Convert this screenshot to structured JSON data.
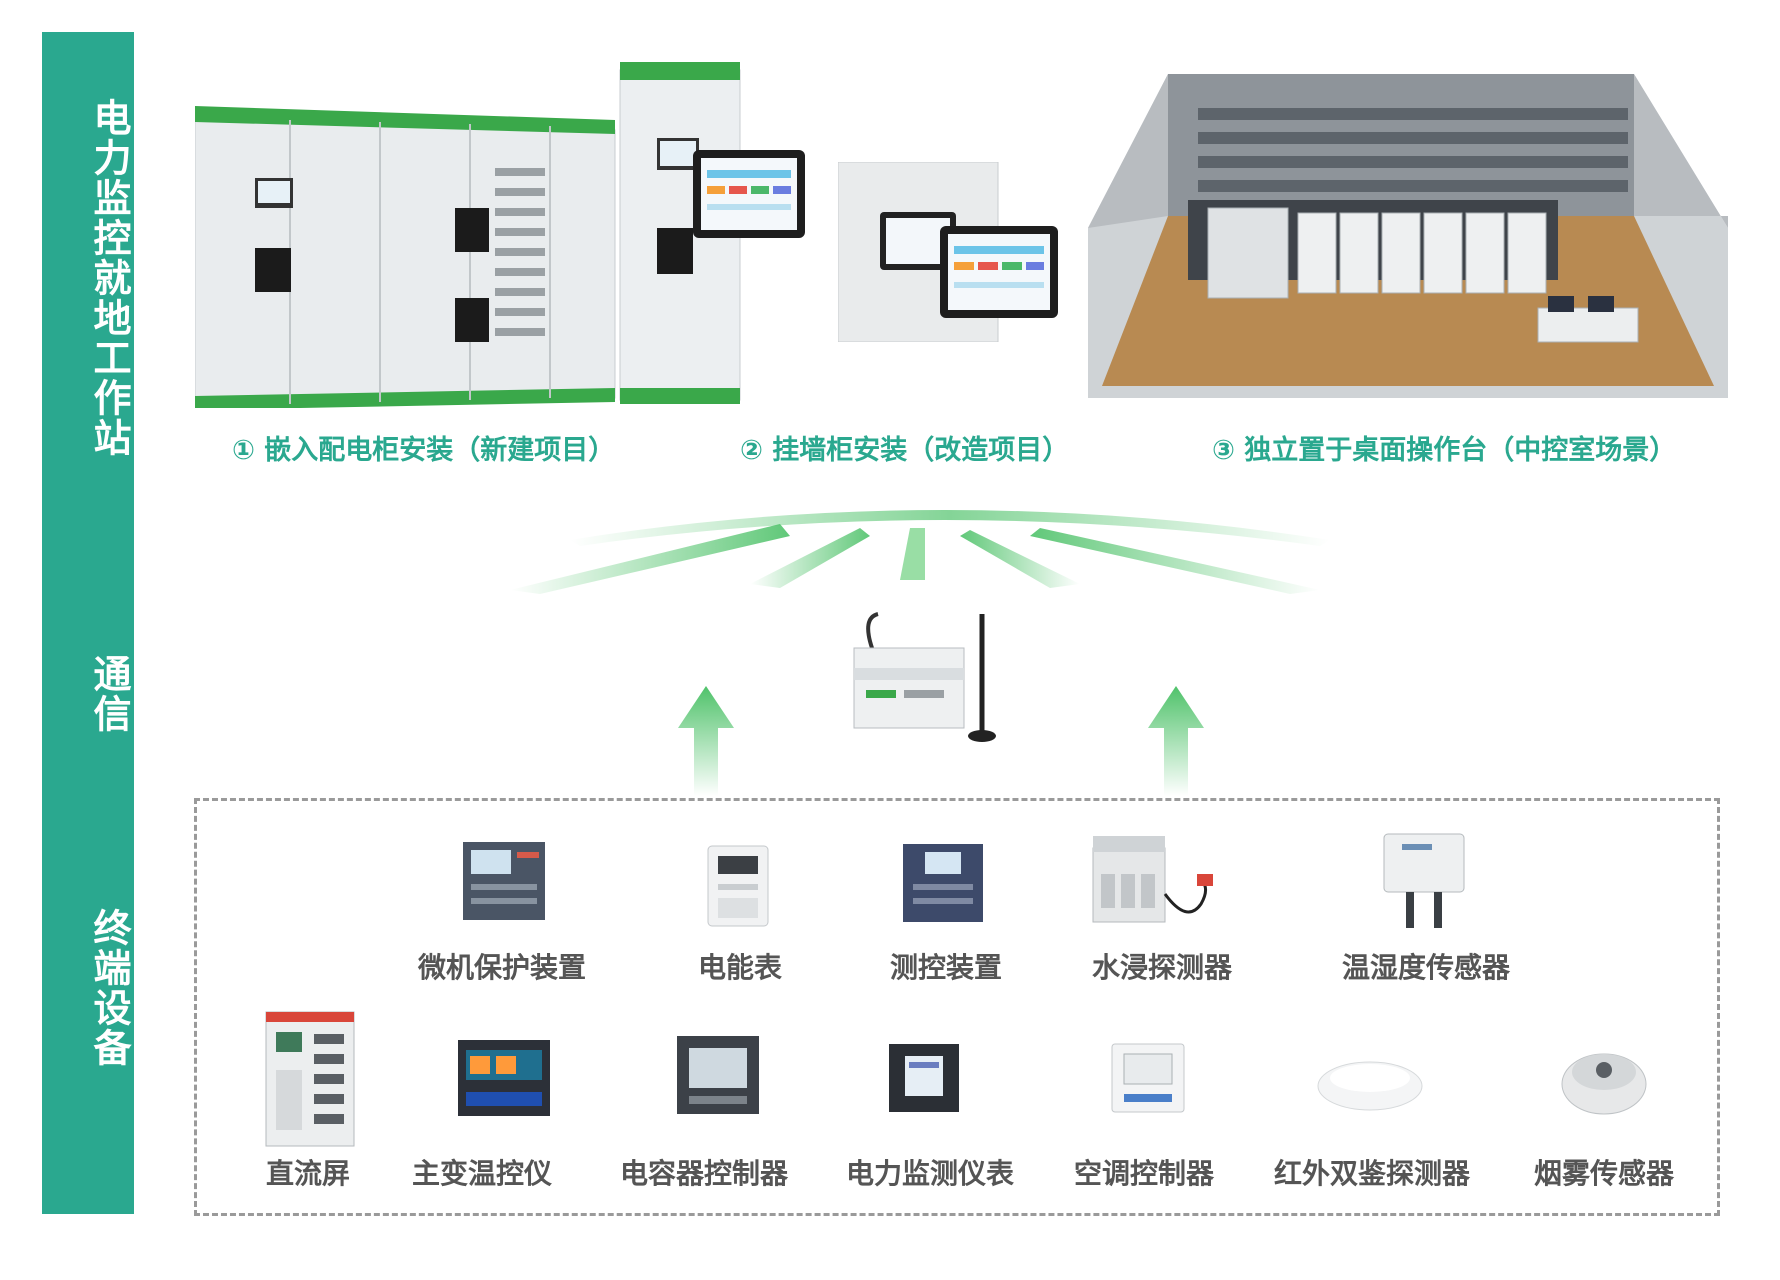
{
  "sidebar": {
    "top_label": "电力监控就地工作站",
    "mid_label": "通信",
    "bottom_label": "终端设备",
    "color": "#2aa88f"
  },
  "scenarios": [
    {
      "label": "① 嵌入配电柜安装（新建项目）"
    },
    {
      "label": "② 挂墙柜安装（改造项目）"
    },
    {
      "label": "③ 独立置于桌面操作台（中控室场景）"
    }
  ],
  "devices_row1": [
    {
      "label": "微机保护装置",
      "icon": "protection-relay-icon"
    },
    {
      "label": "电能表",
      "icon": "energy-meter-icon"
    },
    {
      "label": "测控装置",
      "icon": "measure-control-icon"
    },
    {
      "label": "水浸探测器",
      "icon": "water-detector-icon"
    },
    {
      "label": "温湿度传感器",
      "icon": "temp-humidity-sensor-icon"
    }
  ],
  "devices_row2": [
    {
      "label": "直流屏",
      "icon": "dc-panel-icon"
    },
    {
      "label": "主变温控仪",
      "icon": "transformer-temp-controller-icon"
    },
    {
      "label": "电容器控制器",
      "icon": "capacitor-controller-icon"
    },
    {
      "label": "电力监测仪表",
      "icon": "power-meter-icon"
    },
    {
      "label": "空调控制器",
      "icon": "ac-controller-icon"
    },
    {
      "label": "红外双鉴探测器",
      "icon": "infrared-detector-icon"
    },
    {
      "label": "烟雾传感器",
      "icon": "smoke-sensor-icon"
    }
  ],
  "accent_green": "#3dbb5a",
  "arrow_green": "#7fd68f"
}
